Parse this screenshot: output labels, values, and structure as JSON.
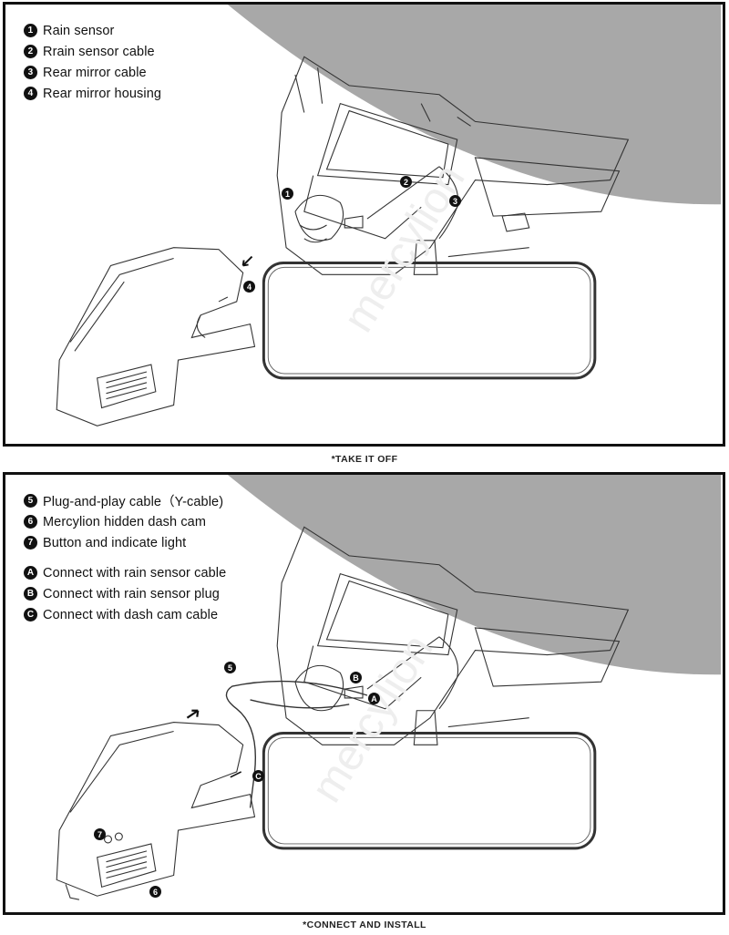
{
  "panel_top": {
    "legend": [
      {
        "num": "1",
        "text": "Rain sensor"
      },
      {
        "num": "2",
        "text": "Rrain sensor cable"
      },
      {
        "num": "3",
        "text": "Rear mirror cable"
      },
      {
        "num": "4",
        "text": "Rear mirror housing"
      }
    ],
    "callouts": {
      "c1": "1",
      "c2": "2",
      "c3": "3",
      "c4": "4"
    },
    "caption": "*TAKE IT OFF"
  },
  "panel_bottom": {
    "legend": [
      {
        "num": "5",
        "text": "Plug-and-play cable（Y-cable)"
      },
      {
        "num": "6",
        "text": "Mercylion hidden dash cam"
      },
      {
        "num": "7",
        "text": "Button and indicate light"
      },
      {
        "num": "A",
        "text": "Connect with rain sensor cable"
      },
      {
        "num": "B",
        "text": "Connect with rain sensor plug"
      },
      {
        "num": "C",
        "text": "Connect with dash cam cable"
      }
    ],
    "callouts": {
      "c5": "5",
      "c6": "6",
      "c7": "7",
      "cA": "A",
      "cB": "B",
      "cC": "C"
    },
    "caption": "*CONNECT AND INSTALL"
  },
  "colors": {
    "roof": "#a8a8a8",
    "line": "#333333",
    "border": "#111111"
  }
}
